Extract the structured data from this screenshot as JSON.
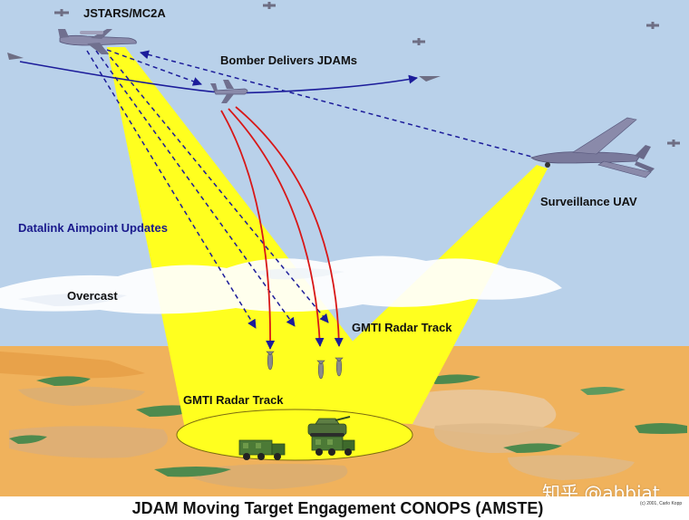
{
  "labels": {
    "jstars": "JSTARS/MC2A",
    "bomber": "Bomber Delivers JDAMs",
    "uav": "Surveillance UAV",
    "datalink": "Datalink Aimpoint Updates",
    "overcast": "Overcast",
    "gmti_upper": "GMTI Radar Track",
    "gmti_lower": "GMTI Radar Track"
  },
  "caption": "JDAM Moving Target Engagement CONOPS (AMSTE)",
  "copyright": "(c) 2001, Carlo Kopp",
  "watermark": "知乎 @abbiat",
  "colors": {
    "sky": "#b9d1ea",
    "ground": "#f0b25c",
    "radar_beam": "#ffff1f",
    "cloud": "#ffffff",
    "datalink_arrow": "#1c1c9a",
    "bomb_track": "#d81818",
    "aircraft": "#8a8aaa",
    "vegetation": "#4e8a4e"
  },
  "icons": [
    "awacs-aircraft-icon",
    "bomber-icon",
    "uav-icon",
    "fighter-icon",
    "jdam-bomb-icon",
    "tank-icon",
    "truck-icon"
  ]
}
